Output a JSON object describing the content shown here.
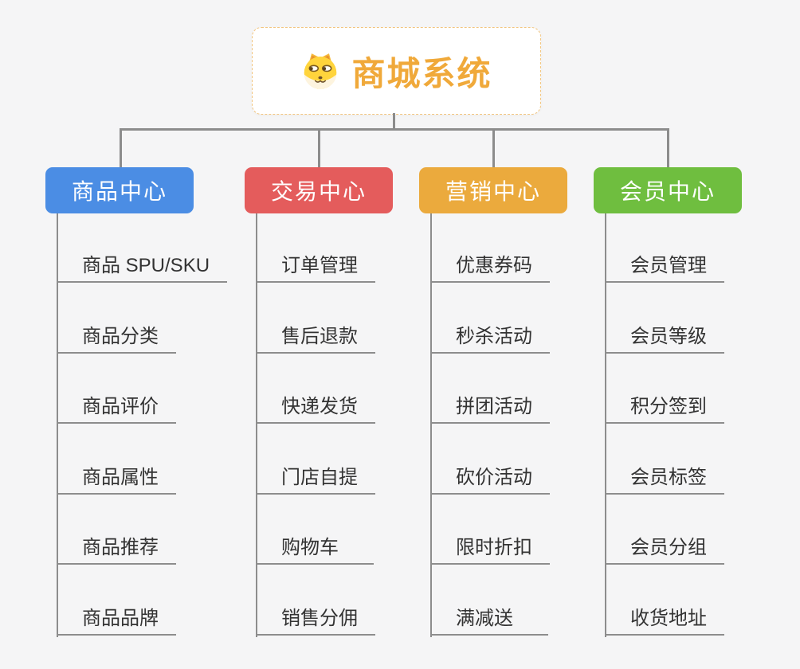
{
  "canvas": {
    "background": "#f5f5f6",
    "connector_color": "#8c8c8c"
  },
  "root": {
    "title": "商城系统",
    "icon": "dog-face-icon",
    "text_color": "#f0a93a",
    "border_color": "#f2c57f"
  },
  "branches": [
    {
      "label": "商品中心",
      "color": "#4b8de4",
      "children": [
        "商品 SPU/SKU",
        "商品分类",
        "商品评价",
        "商品属性",
        "商品推荐",
        "商品品牌"
      ]
    },
    {
      "label": "交易中心",
      "color": "#e45c5c",
      "children": [
        "订单管理",
        "售后退款",
        "快递发货",
        "门店自提",
        "购物车",
        "销售分佣"
      ]
    },
    {
      "label": "营销中心",
      "color": "#ebaa3d",
      "children": [
        "优惠券码",
        "秒杀活动",
        "拼团活动",
        "砍价活动",
        "限时折扣",
        "满减送"
      ]
    },
    {
      "label": "会员中心",
      "color": "#6fbe3f",
      "children": [
        "会员管理",
        "会员等级",
        "积分签到",
        "会员标签",
        "会员分组",
        "收货地址"
      ]
    }
  ]
}
